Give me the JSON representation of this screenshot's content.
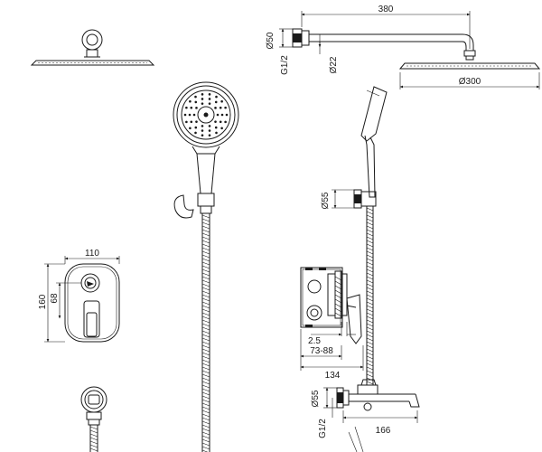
{
  "diagram": {
    "dimensions": {
      "arm_length": "380",
      "wall_flange_diameter": "Ø50",
      "wall_thread": "G1/2",
      "arm_diameter": "Ø22",
      "head_diameter": "Ø300",
      "holder_diameter": "Ø55",
      "plate_width": "110",
      "plate_height": "160",
      "handle_height": "68",
      "depth_min": "2.5",
      "depth_range": "73-88",
      "box_depth": "134",
      "spout_flange_diameter": "Ø55",
      "spout_thread": "G1/2",
      "spout_length": "166"
    }
  }
}
